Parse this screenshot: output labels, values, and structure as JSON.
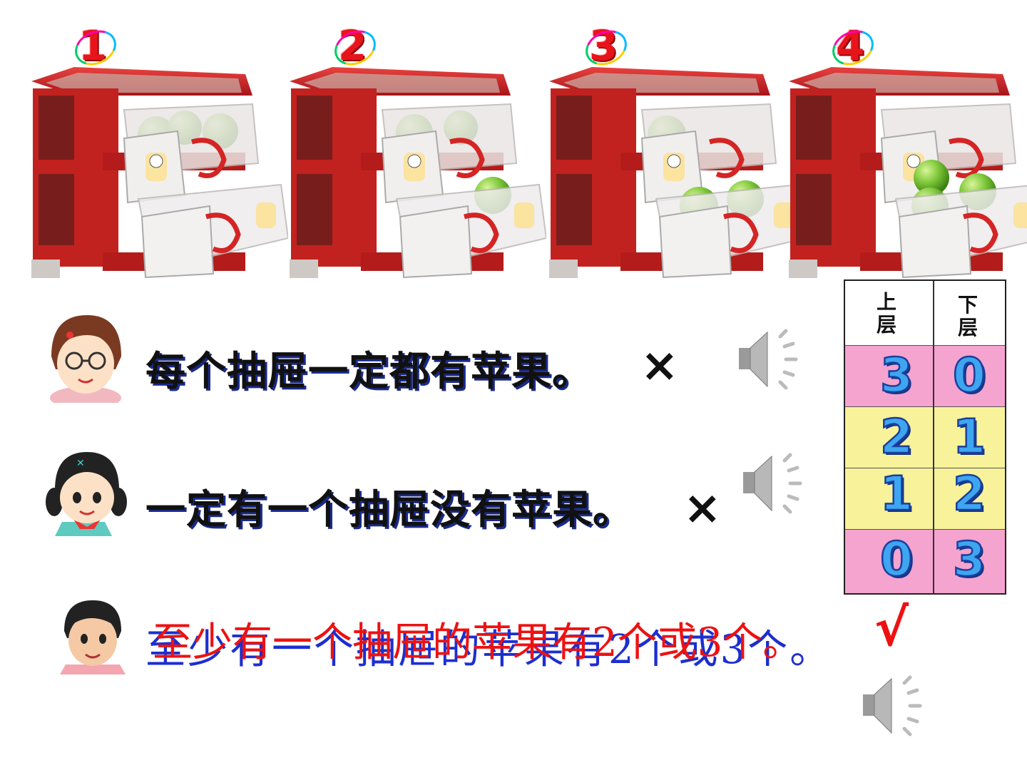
{
  "drawer_numbers": [
    "1",
    "2",
    "3",
    "4"
  ],
  "statements": [
    {
      "text": "每个抽屉一定都有苹果。",
      "mark": "×"
    },
    {
      "text": "一定有一个抽屉没有苹果。",
      "mark": "×"
    }
  ],
  "statement3": {
    "blue_text": "至少有一个抽屉的苹果有2个或3个。",
    "red_text": "至少有一个抽屉的苹果有2个或3个。",
    "mark": "√"
  },
  "table": {
    "headers": [
      "上\n层",
      "下\n层"
    ],
    "rows": [
      {
        "top": "3",
        "bottom": "0",
        "color": "#f5a3cf"
      },
      {
        "top": "2",
        "bottom": "1",
        "color": "#f8f29a"
      },
      {
        "top": "1",
        "bottom": "2",
        "color": "#f8f29a"
      },
      {
        "top": "0",
        "bottom": "3",
        "color": "#f5a3cf"
      }
    ]
  },
  "colors": {
    "cross_red": "#e8141b",
    "blue_text": "#1c2fd0",
    "red_text": "#ee1111"
  },
  "icons": [
    "speaker-icon",
    "girl-avatar",
    "girl-avatar-2",
    "boy-avatar"
  ]
}
